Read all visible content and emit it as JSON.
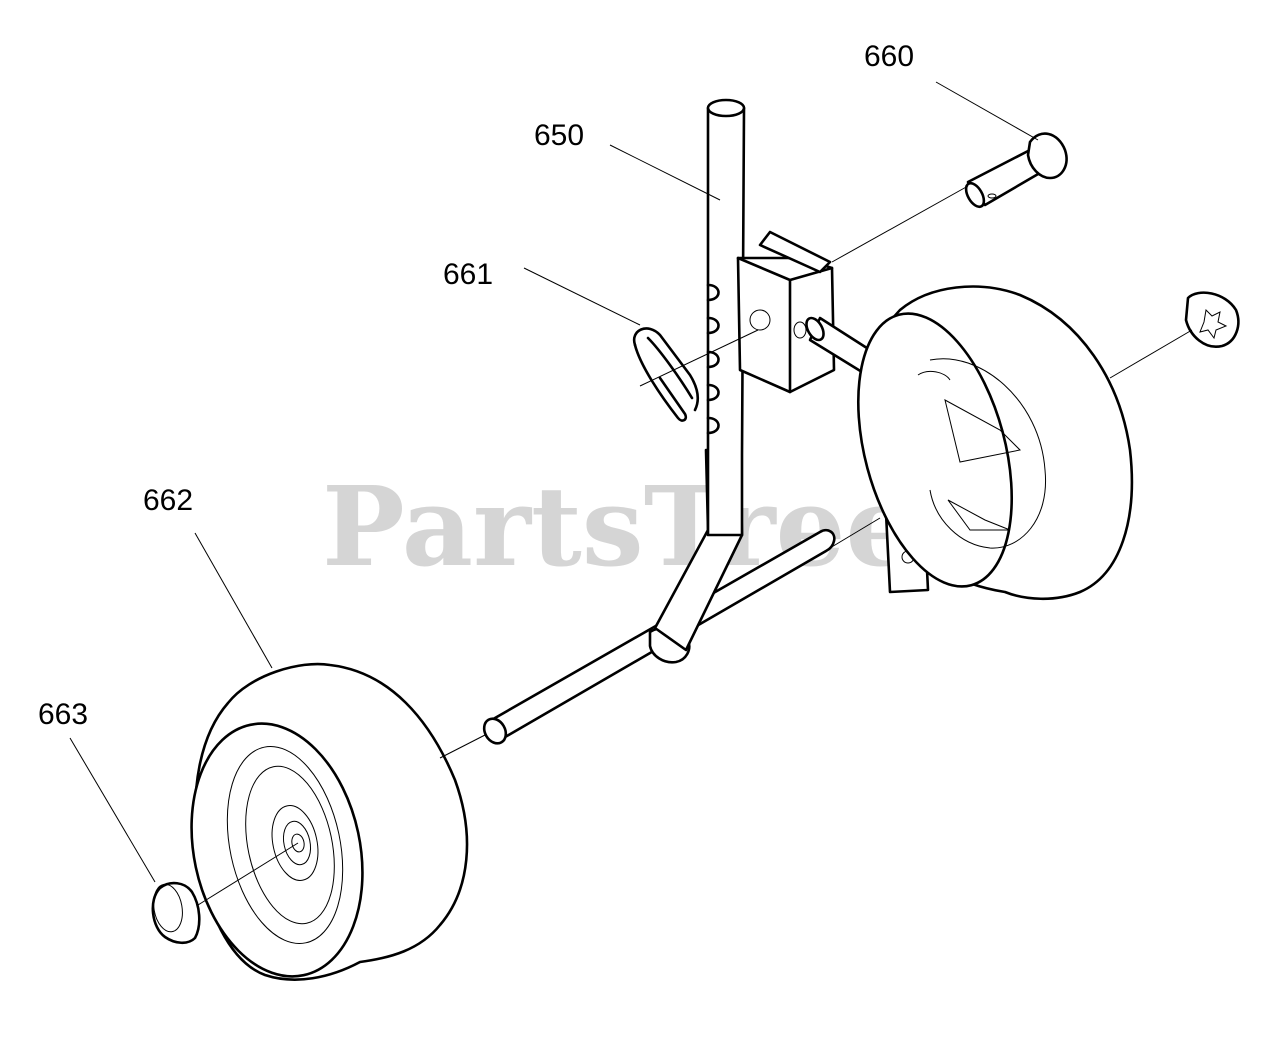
{
  "watermark": "PartsTree",
  "callouts": [
    {
      "id": "660",
      "text": "660"
    },
    {
      "id": "650",
      "text": "650"
    },
    {
      "id": "661",
      "text": "661"
    },
    {
      "id": "662",
      "text": "662"
    },
    {
      "id": "663",
      "text": "663"
    }
  ]
}
